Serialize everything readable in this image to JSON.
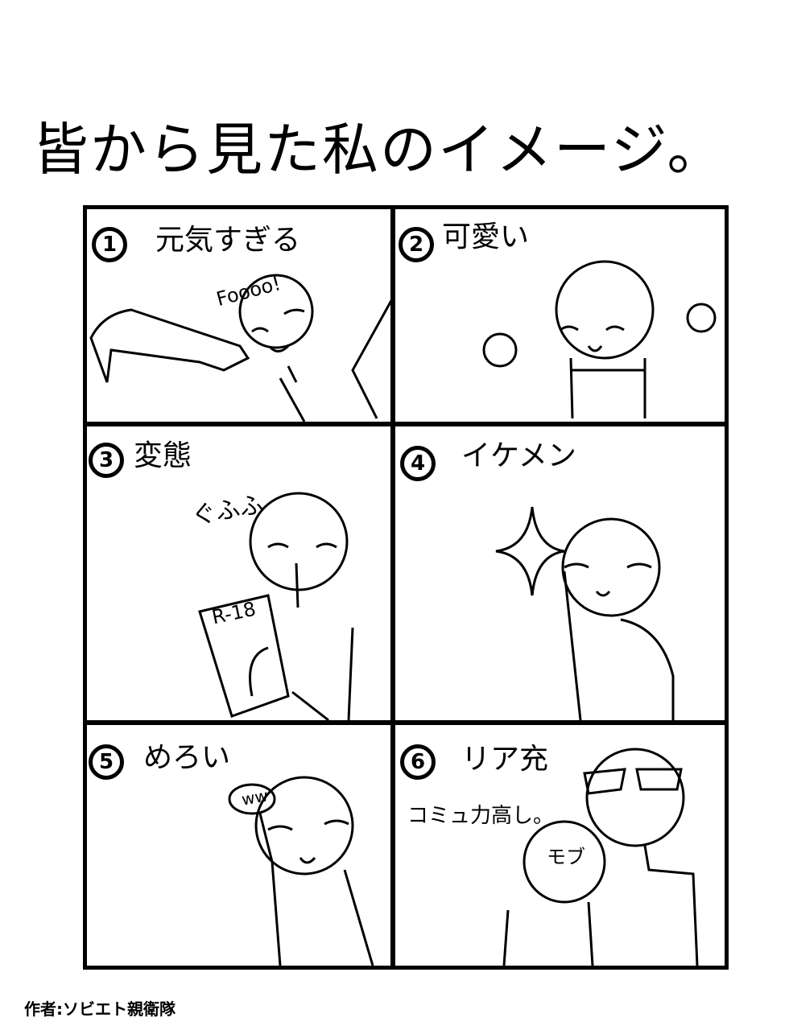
{
  "title": "皆から見た私のイメージ。",
  "panels": [
    {
      "number": "1",
      "label": "元気すぎる",
      "sfx": "Foooo!"
    },
    {
      "number": "2",
      "label": "可愛い"
    },
    {
      "number": "3",
      "label": "変態",
      "sfx": "ぐふふ",
      "sign": "R-18"
    },
    {
      "number": "4",
      "label": "イケメン"
    },
    {
      "number": "5",
      "label": "めろい",
      "bubble": "ww"
    },
    {
      "number": "6",
      "label": "リア充",
      "note": "コミュ力高し。",
      "mob": "モブ"
    }
  ],
  "footer": "作者:ソビエト親衛隊"
}
